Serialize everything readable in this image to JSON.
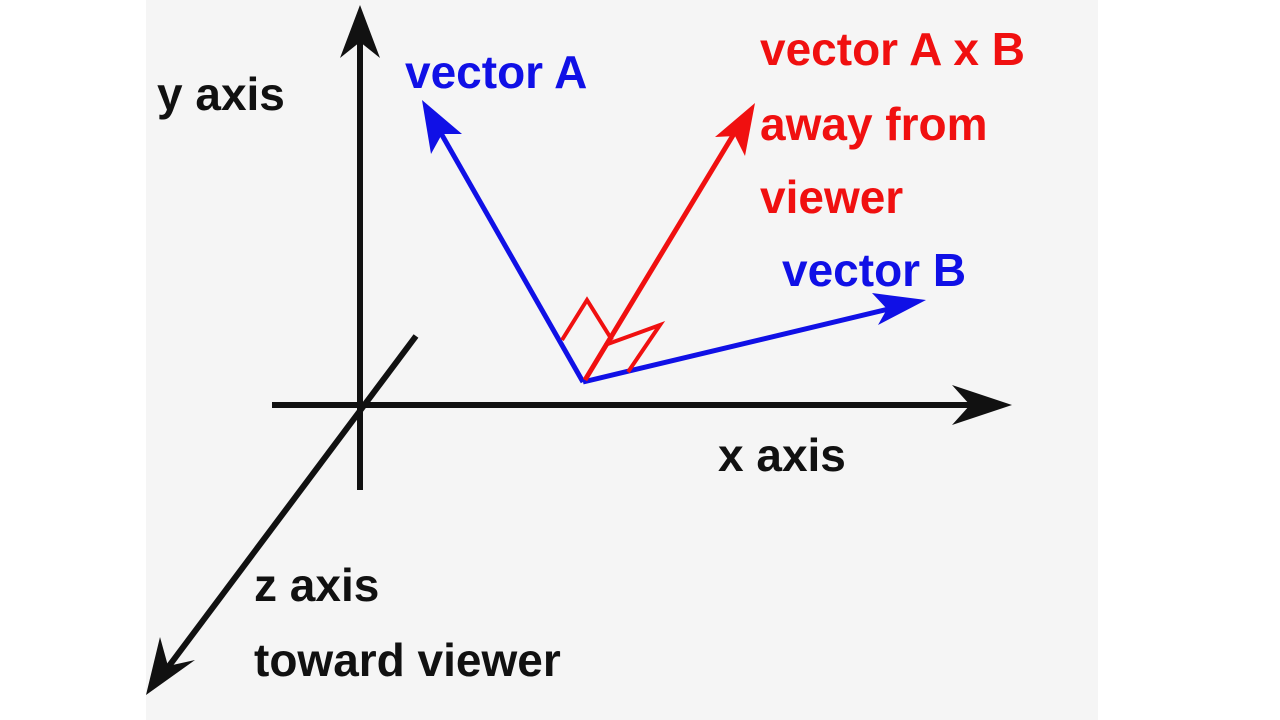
{
  "labels": {
    "y_axis": "y axis",
    "x_axis": "x axis",
    "z_axis_line1": "z axis",
    "z_axis_line2": "toward viewer",
    "vector_a": "vector A",
    "vector_b": "vector B",
    "cross_line1": "vector A x B",
    "cross_line2": "away from",
    "cross_line3": "viewer"
  },
  "colors": {
    "background": "#f5f5f5",
    "axes": "#111111",
    "vectors": "#1010e6",
    "cross_product": "#f01010"
  }
}
